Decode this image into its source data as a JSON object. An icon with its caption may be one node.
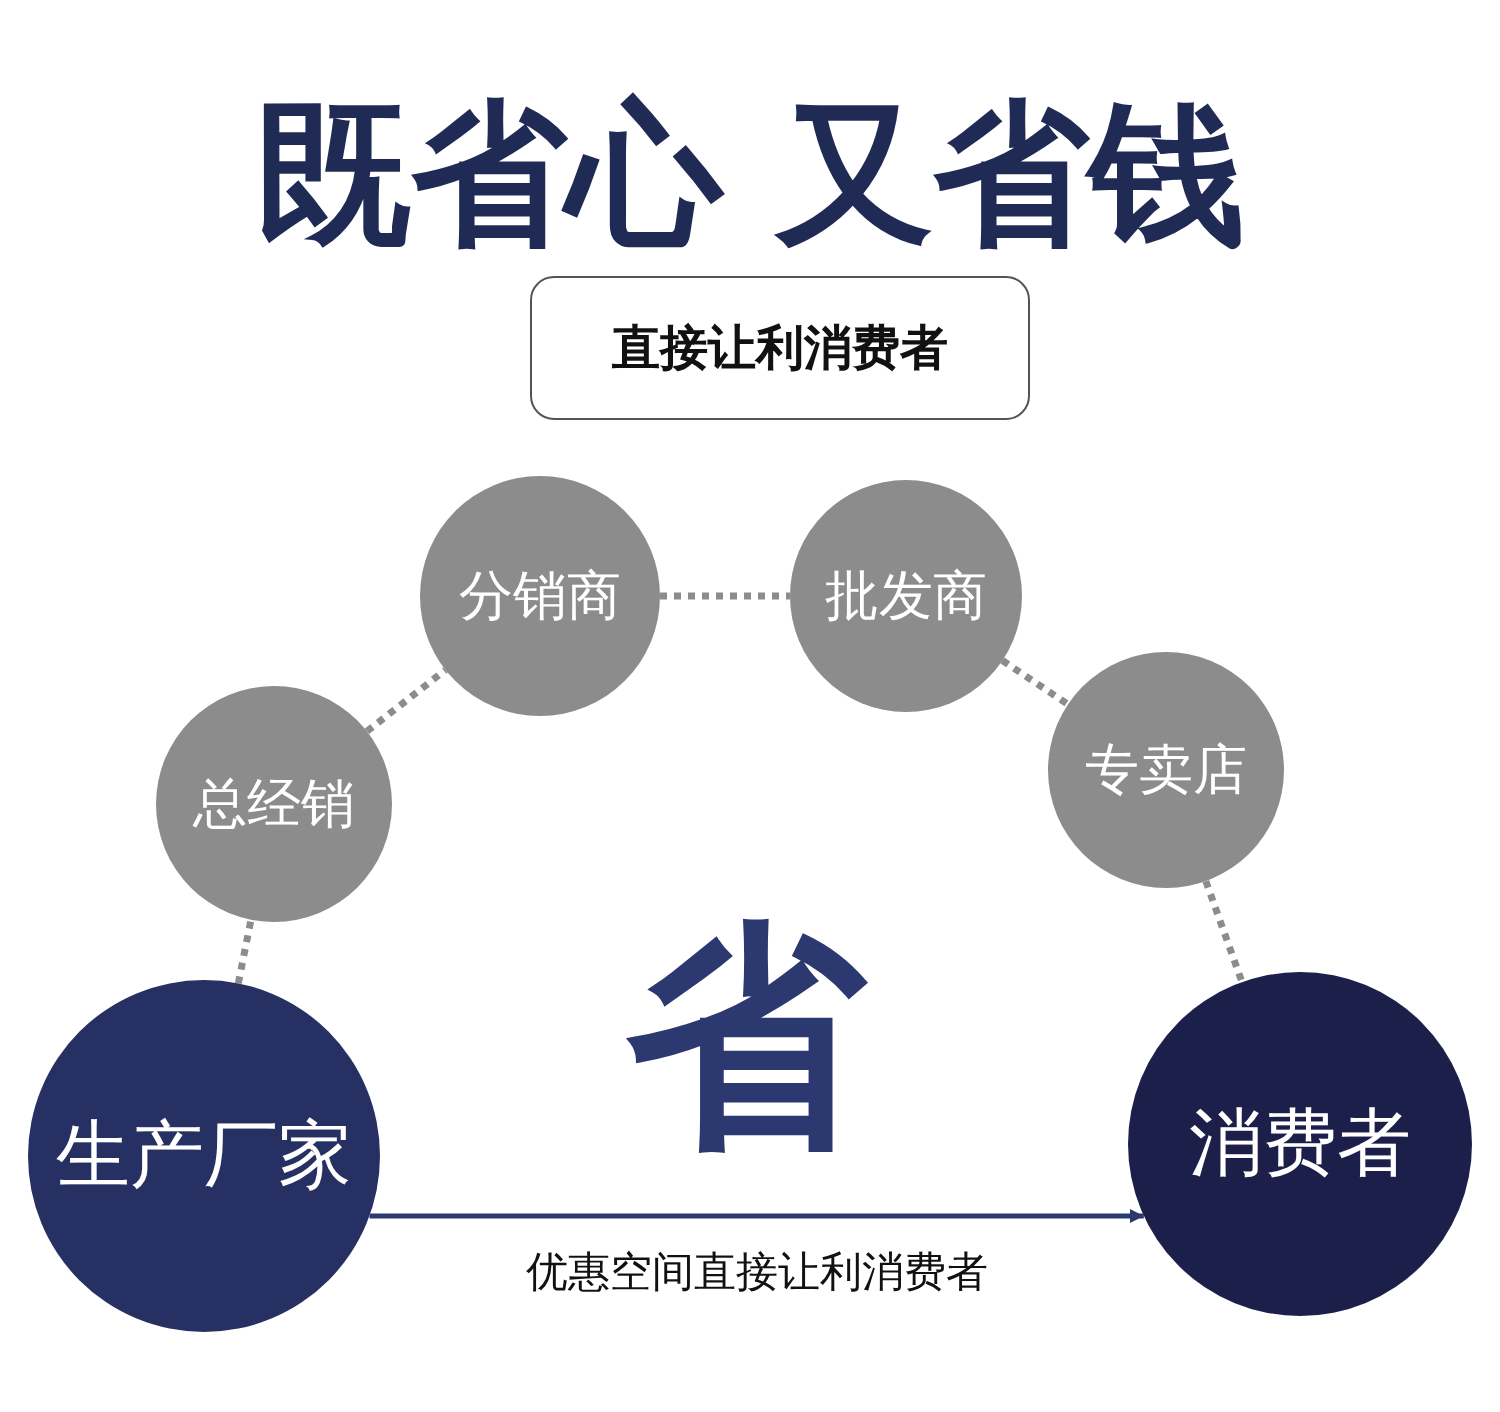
{
  "diagram": {
    "title": "既省心 又省钱",
    "nodes": [
      {
        "text": [
          "直接让利消费者"
        ]
      },
      {
        "text": [
          "分销商"
        ]
      },
      {
        "text": [
          "批发商"
        ]
      },
      {
        "text": [
          "总经销"
        ]
      },
      {
        "text": [
          "专卖店"
        ]
      },
      {
        "text": [
          "生产厂家"
        ]
      },
      {
        "text": [
          "消费者"
        ]
      }
    ],
    "edges": [
      {
        "from": 5,
        "to": 3,
        "arrow": "none",
        "style": "dashed"
      },
      {
        "from": 3,
        "to": 1,
        "arrow": "none",
        "style": "dashed"
      },
      {
        "from": 1,
        "to": 2,
        "arrow": "none",
        "style": "dashed"
      },
      {
        "from": 2,
        "to": 4,
        "arrow": "none",
        "style": "dashed"
      },
      {
        "from": 4,
        "to": 6,
        "arrow": "none",
        "style": "dashed"
      },
      {
        "from": 5,
        "to": 6,
        "arrow": "to",
        "label": "优惠空间直接让利消费者",
        "color": "#2c3870"
      }
    ],
    "labels": [
      "省"
    ]
  }
}
